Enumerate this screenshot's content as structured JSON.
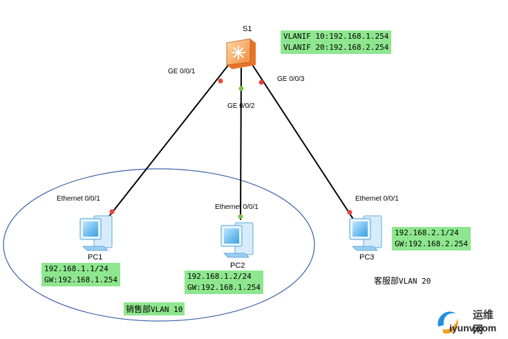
{
  "switch": {
    "name": "S1"
  },
  "vlanif_note": [
    "VLANIF 10:192.168.1.254",
    "VLANIF 20:192.168.2.254"
  ],
  "ports": {
    "s1_ge1": "GE 0/0/1",
    "s1_ge2": "GE 0/0/2",
    "s1_ge3": "GE 0/0/3",
    "pc1_eth": "Ethernet 0/0/1",
    "pc2_eth": "Ethernet 0/0/1",
    "pc3_eth": "Ethernet 0/0/1"
  },
  "pcs": [
    {
      "name": "PC1",
      "ip": "192.168.1.1/24",
      "gw": "GW:192.168.1.254"
    },
    {
      "name": "PC2",
      "ip": "192.168.1.2/24",
      "gw": "GW:192.168.1.254"
    },
    {
      "name": "PC3",
      "ip": "192.168.2.1/24",
      "gw": "GW:192.168.2.254"
    }
  ],
  "groups": {
    "sales": {
      "dept": "销售部",
      "vlan": "VLAN 10"
    },
    "service": {
      "dept": "客服部",
      "vlan": "VLAN 20"
    }
  },
  "colors": {
    "link": "#000000",
    "port_down": "#e8453c",
    "port_up": "#7cc242",
    "note_bg": "#8ee68e",
    "ellipse": "#3a5fa8"
  },
  "watermark": {
    "name": "运维网",
    "url": "iyunv.com"
  }
}
